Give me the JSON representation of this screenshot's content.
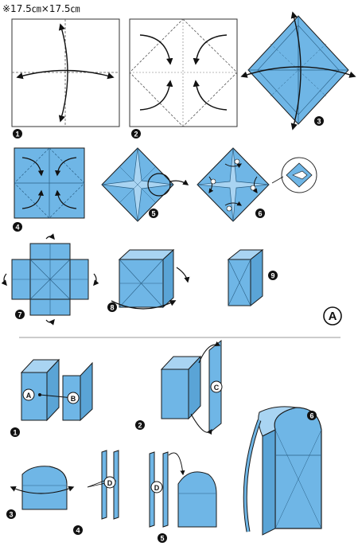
{
  "header": {
    "size_text": "※17.5㎝×17.5㎝"
  },
  "section_a": {
    "label": "A",
    "steps": [
      "1",
      "2",
      "3",
      "4",
      "5",
      "6",
      "7",
      "8",
      "9"
    ]
  },
  "section_b": {
    "steps": [
      "1",
      "2",
      "3",
      "4",
      "5",
      "6"
    ],
    "markers": {
      "a": "A",
      "b": "B",
      "c": "C",
      "d": "D"
    }
  },
  "colors": {
    "paper_blue": "#6fb6e6",
    "paper_light": "#a9d4f2",
    "line": "#1a1a1a",
    "fold_line": "#555555",
    "step_circle": "#111111",
    "step_text": "#ffffff",
    "divider": "#999999"
  }
}
